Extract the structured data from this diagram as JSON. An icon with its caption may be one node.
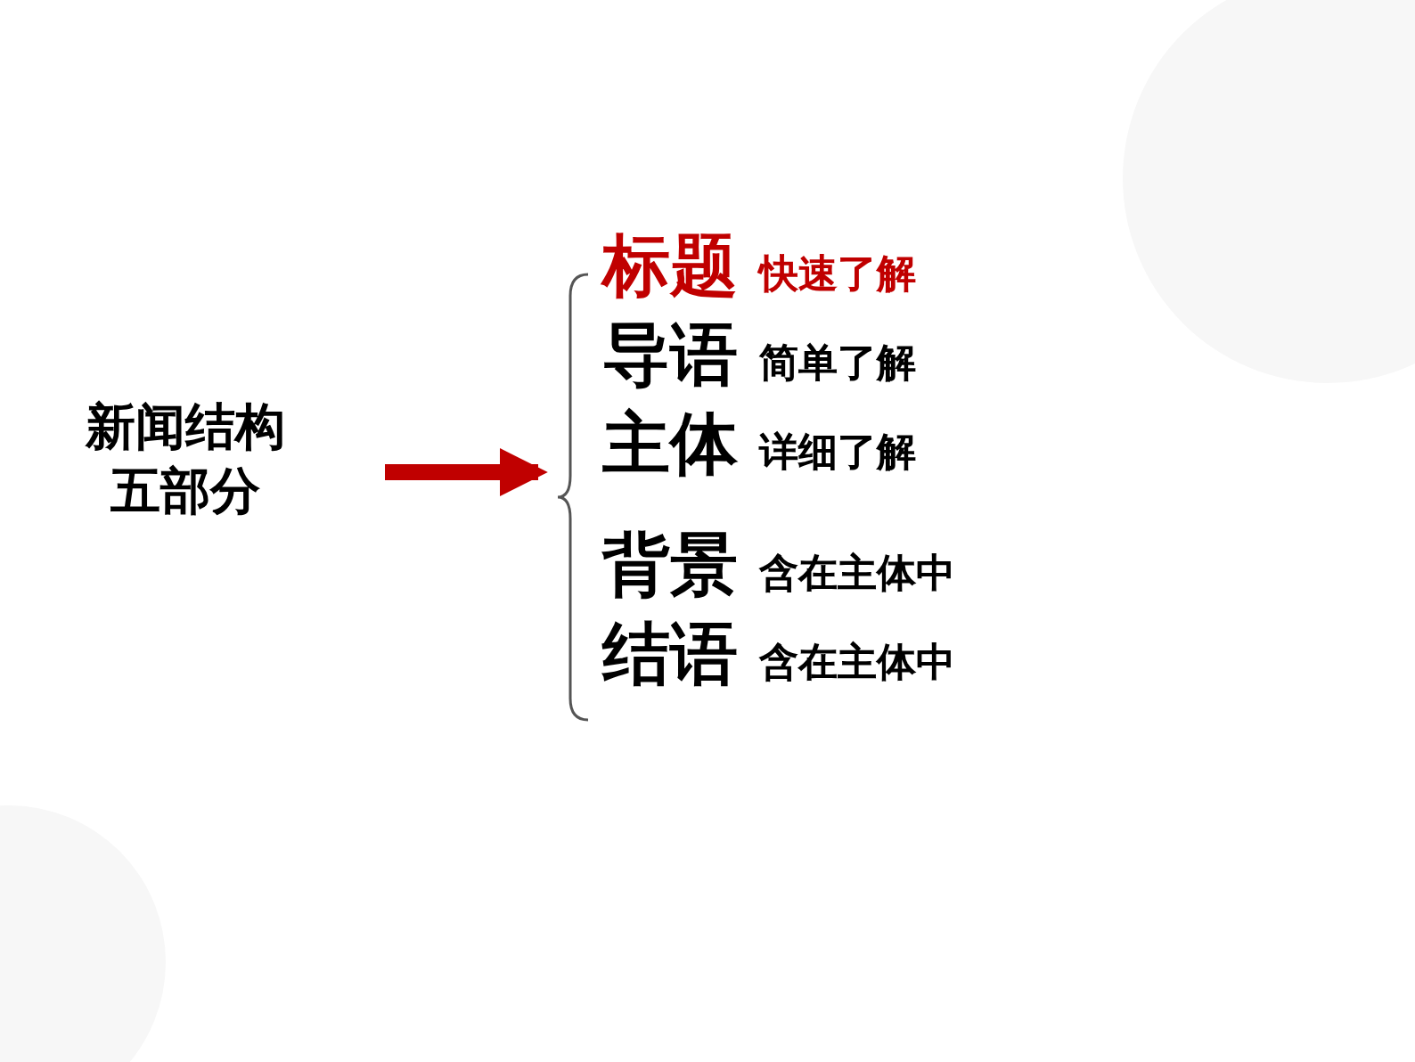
{
  "diagram": {
    "nodes": [
      {
        "text": [
          "新闻结构五部分"
        ]
      },
      {
        "text": [],
        "shape": "box"
      },
      {
        "text": [
          "标题"
        ],
        "beside": [
          "快速了解"
        ],
        "in": 1
      },
      {
        "text": [
          "导语"
        ],
        "beside": [
          "简单了解"
        ],
        "in": 1
      },
      {
        "text": [
          "主体"
        ],
        "beside": [
          "详细了解"
        ],
        "in": 1
      },
      {
        "text": [
          "背景"
        ],
        "beside": [
          "含在主体中"
        ],
        "in": 1
      },
      {
        "text": [
          "结语"
        ],
        "beside": [
          "含在主体中"
        ],
        "in": 1
      }
    ],
    "edges": [
      {
        "from": 0,
        "to": 1,
        "arrow": "to",
        "color": "#c00000"
      }
    ]
  }
}
